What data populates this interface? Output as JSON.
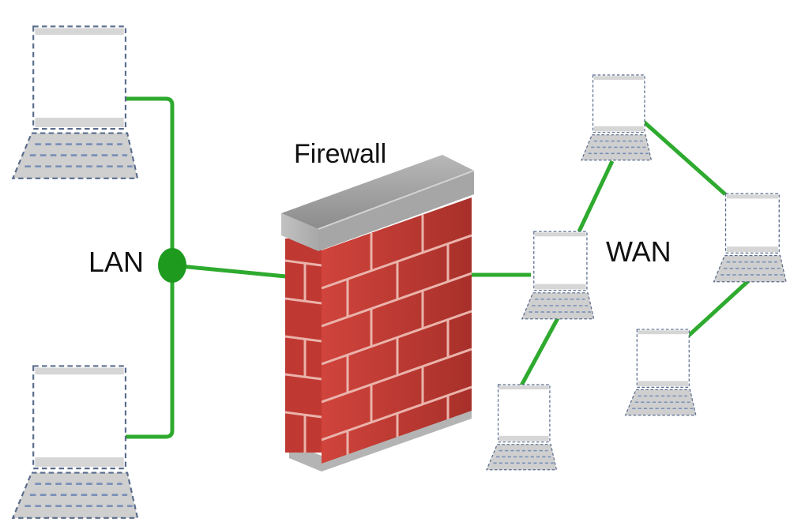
{
  "labels": {
    "lan": "LAN",
    "firewall": "Firewall",
    "wan": "WAN"
  },
  "nodes": {
    "lan": [
      "lan-laptop-top",
      "lan-laptop-bottom"
    ],
    "wan": [
      "wan-laptop-center",
      "wan-laptop-top",
      "wan-laptop-right",
      "wan-laptop-lower-right",
      "wan-laptop-bottom"
    ]
  },
  "icons": {
    "laptop": "laptop-icon",
    "firewall": "brick-wall-icon",
    "hub": "network-hub-icon"
  },
  "colors": {
    "link": "#2eaa2e",
    "hub": "#1e9a1e",
    "brick": "#c63a33",
    "mortar": "#e8b8b0",
    "cap": "#9a9a9a",
    "laptop_outline": "#5a6c8c",
    "keyboard": "#cfcfcf"
  }
}
